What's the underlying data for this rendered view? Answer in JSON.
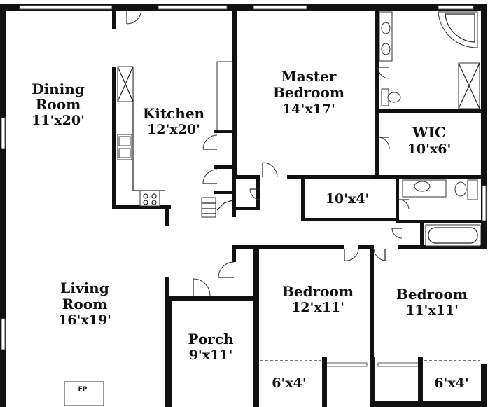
{
  "rooms": {
    "dining": {
      "name_line1": "Dining",
      "name_line2": "Room",
      "size": "11'x20'"
    },
    "kitchen": {
      "name": "Kitchen",
      "size": "12'x20'"
    },
    "master": {
      "name_line1": "Master",
      "name_line2": "Bedroom",
      "size": "14'x17'"
    },
    "wic": {
      "name": "WIC",
      "size": "10'x6'"
    },
    "hall_closet": {
      "size": "10'x4'"
    },
    "living": {
      "name_line1": "Living",
      "name_line2": "Room",
      "size": "16'x19'"
    },
    "bedroom_2": {
      "name": "Bedroom",
      "size": "12'x11'"
    },
    "bedroom_3": {
      "name": "Bedroom",
      "size": "11'x11'"
    },
    "porch": {
      "name": "Porch",
      "size": "9'x11'"
    },
    "closet_2": {
      "size": "6'x4'"
    },
    "closet_3": {
      "size": "6'x4'"
    }
  },
  "fixtures": {
    "fireplace": "FP"
  }
}
